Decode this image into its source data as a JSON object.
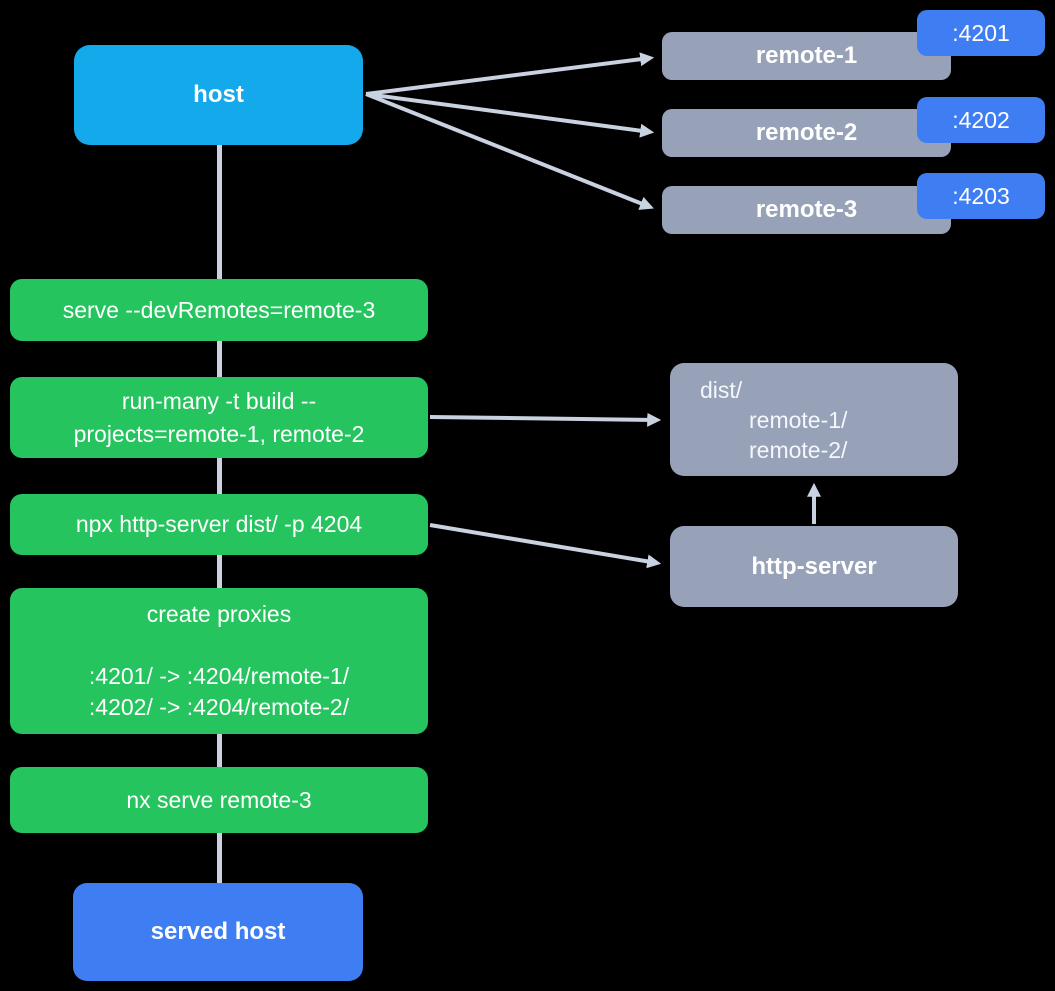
{
  "colors": {
    "background": "#000000",
    "host_cyan": "#14A9EA",
    "node_gray": "#97A2B8",
    "accent_blue": "#3F7EF2",
    "cmd_green": "#25C45F",
    "connector_gray": "#C9D2E0",
    "text_white": "#FFFFFF"
  },
  "host": {
    "label": "host"
  },
  "remotes": [
    {
      "label": "remote-1",
      "port": ":4201"
    },
    {
      "label": "remote-2",
      "port": ":4202"
    },
    {
      "label": "remote-3",
      "port": ":4203"
    }
  ],
  "commands": [
    {
      "lines": [
        "serve --devRemotes=remote-3"
      ]
    },
    {
      "lines": [
        "run-many -t build --",
        "projects=remote-1, remote-2"
      ]
    },
    {
      "lines": [
        "npx http-server dist/ -p 4204"
      ]
    },
    {
      "lines": [
        "create proxies",
        "",
        ":4201/ -> :4204/remote-1/",
        ":4202/ -> :4204/remote-2/"
      ]
    },
    {
      "lines": [
        "nx serve remote-3"
      ]
    }
  ],
  "dist": {
    "lines": [
      "dist/",
      "remote-1/",
      "remote-2/"
    ]
  },
  "http_server": {
    "label": "http-server"
  },
  "served_host": {
    "label": "served host"
  }
}
